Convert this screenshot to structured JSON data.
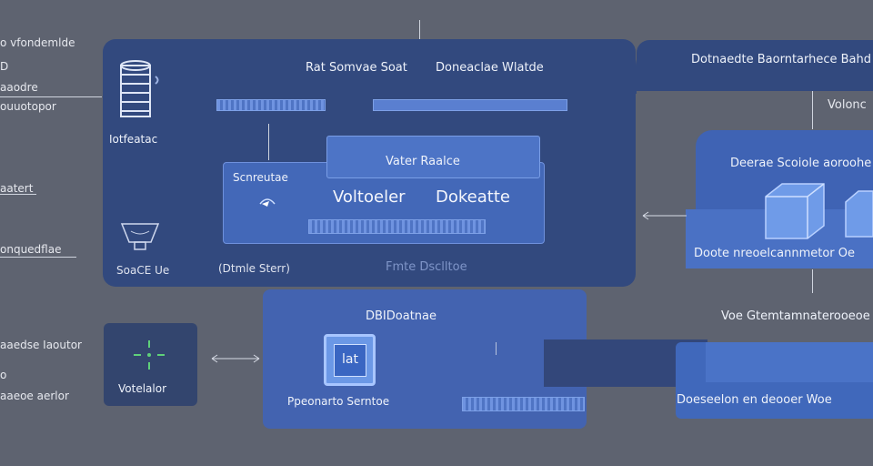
{
  "colors": {
    "background": "#5e6370",
    "panel_dark": "#32497e",
    "panel_mid": "#4061aa",
    "panel_light": "#4f77c9",
    "line": "#cfd4de"
  },
  "left_labels": [
    "o vfondemlde",
    "D",
    "aaodre",
    "ouuotopor",
    "aatert",
    "onquedflae",
    "aaedse Iaoutor",
    "o",
    "aaeoe aerlor"
  ],
  "top_panel": {
    "title_left": "Rat Somvae Soat",
    "title_right": "Doneaclae Wlatde",
    "db_label": "Iotfeatac",
    "connector_label": "Scnreutae",
    "vector_header": "Vater Raalce",
    "vector_title_left": "Voltoeler",
    "vector_title_right": "Dokeatte",
    "bottom_left_label": "SoaCE Ue",
    "bottom_mid_label": "(Dtmle Sterr)",
    "bottom_faded_label": "Fmte Dsclltoe"
  },
  "small_box": {
    "label": "Votelalor",
    "icon": "target-icon"
  },
  "middle_panel": {
    "title": "DBIDoatnae",
    "tile_label": "lat",
    "bottom_left_label": "Ppeonarto Serntoe"
  },
  "right_top": {
    "title": "Dotnaedte Baorntarhece Bahd"
  },
  "right_panel": {
    "side_label": "Volonc",
    "header": "Deerae Scoiole aoroohe",
    "footer": "Doote nreoelcannmetor Oe"
  },
  "right_bottom": {
    "header": "Voe Gtemtamnaterooeoe",
    "footer": "Doeseelon en deooer  Woe"
  }
}
